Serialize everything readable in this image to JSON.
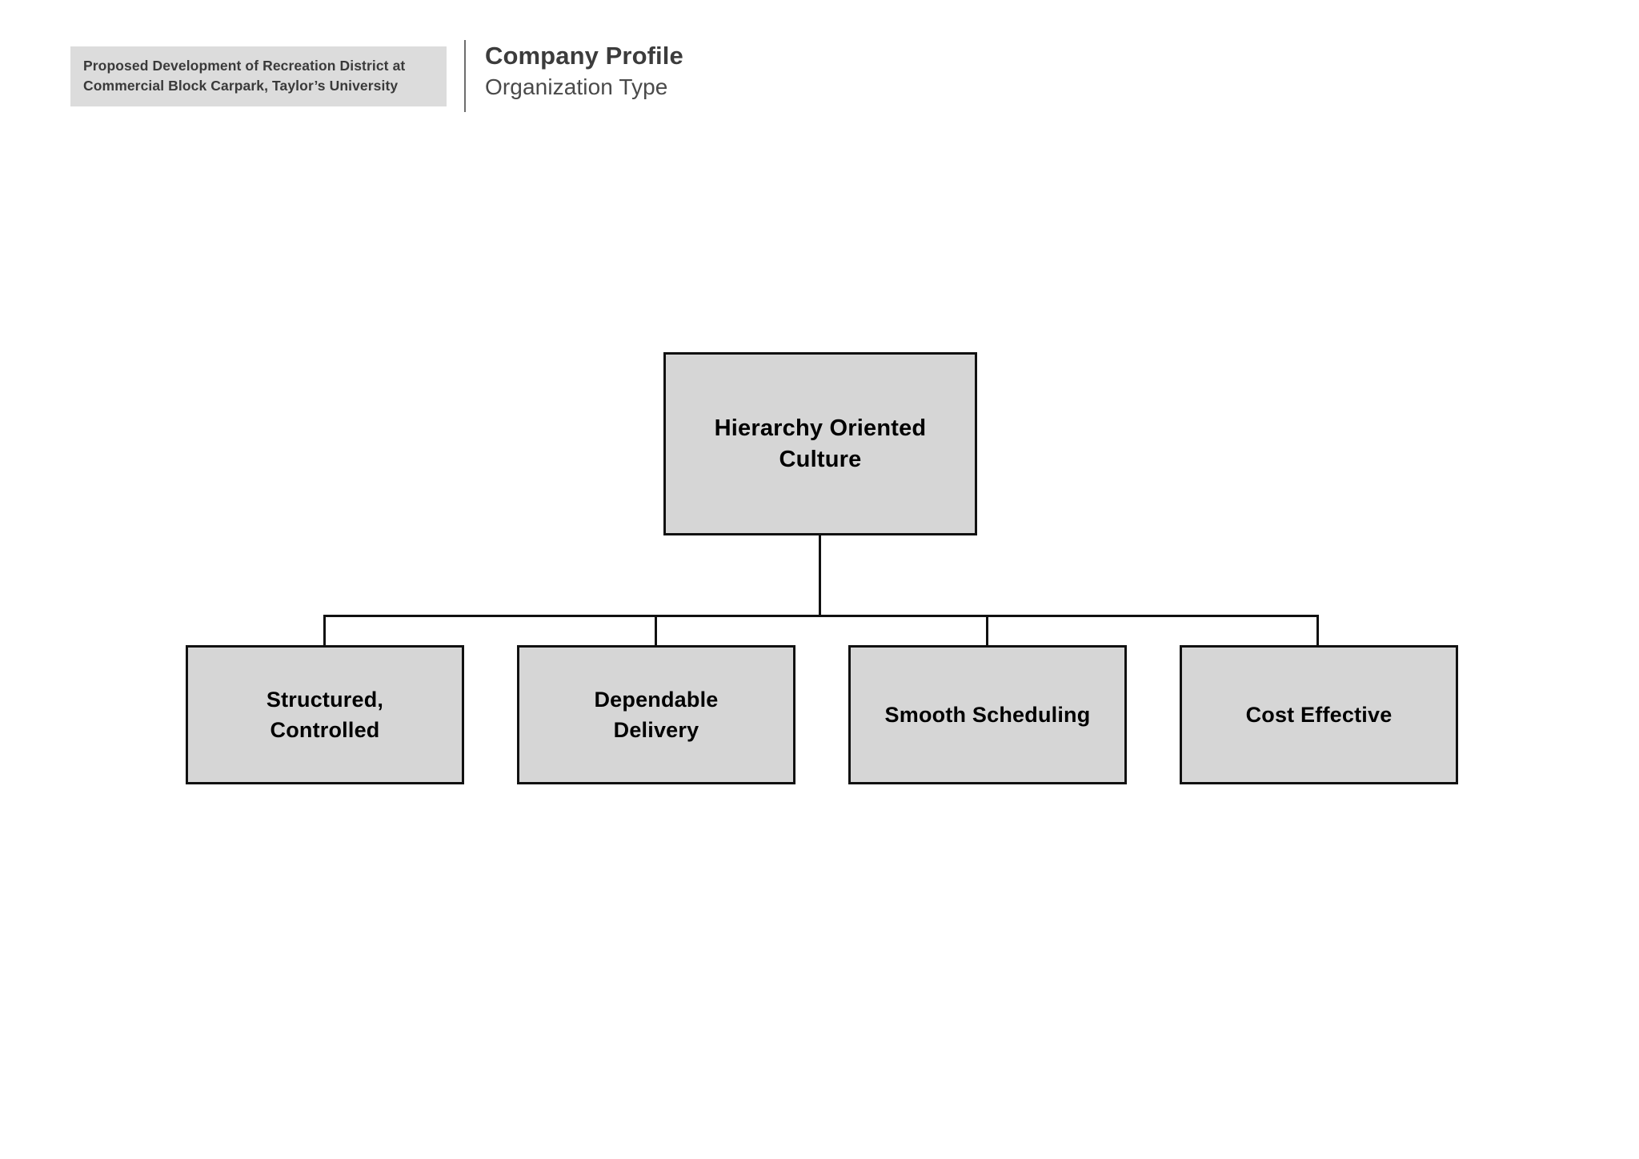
{
  "header": {
    "project_tag": {
      "line1": "Proposed Development of Recreation District at",
      "line2": "Commercial Block Carpark, Taylor’s University"
    },
    "title": "Company Profile",
    "subtitle": "Organization Type"
  },
  "chart_data": {
    "type": "diagram",
    "subtype": "org-chart-tree",
    "title": "Company Profile",
    "subtitle": "Organization Type",
    "orientation": "top-down",
    "levels": 2,
    "root": {
      "id": "root",
      "label": "Hierarchy Oriented\nCulture",
      "label_plain": "Hierarchy Oriented Culture"
    },
    "children": [
      {
        "id": "child-0",
        "label": "Structured,\nControlled",
        "label_plain": "Structured, Controlled"
      },
      {
        "id": "child-1",
        "label": "Dependable\nDelivery",
        "label_plain": "Dependable Delivery"
      },
      {
        "id": "child-2",
        "label": "Smooth Scheduling",
        "label_plain": "Smooth Scheduling"
      },
      {
        "id": "child-3",
        "label": "Cost Effective",
        "label_plain": "Cost Effective"
      }
    ],
    "edges": [
      {
        "from": "root",
        "to": "child-0"
      },
      {
        "from": "root",
        "to": "child-1"
      },
      {
        "from": "root",
        "to": "child-2"
      },
      {
        "from": "root",
        "to": "child-3"
      }
    ],
    "colors": {
      "node_fill": "#d6d6d6",
      "node_border": "#111111",
      "connector": "#111111",
      "page_background": "#ffffff",
      "header_tag_background": "#dcdcdc",
      "header_text": "#3c3c3c",
      "node_text": "#000000"
    }
  }
}
